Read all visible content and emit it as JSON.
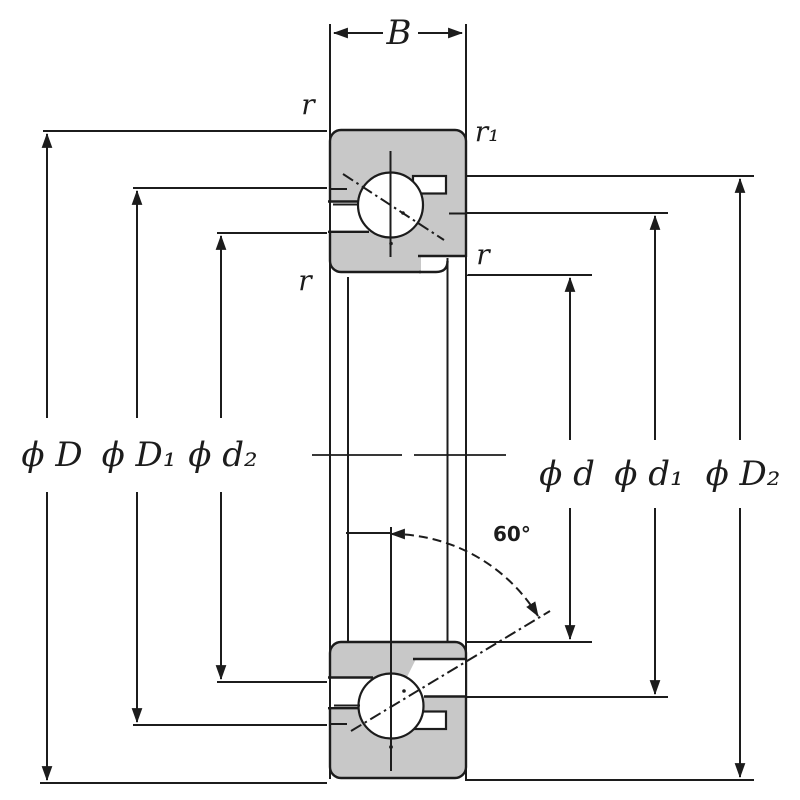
{
  "diagram": {
    "type": "bearing-cross-section",
    "description": "Angular contact ball bearing dimension drawing",
    "labels": {
      "width": "B",
      "outer_diameter": "ϕ D",
      "outer_diameter_1": "ϕ D₁",
      "diameter_d2": "ϕ d₂",
      "bore_diameter": "ϕ d",
      "diameter_d1": "ϕ d₁",
      "diameter_D2": "ϕ D₂",
      "chamfer_top_left": "r",
      "chamfer_top_right": "r₁",
      "chamfer_mid_left": "r",
      "chamfer_mid_right": "r",
      "contact_angle": "60°"
    },
    "colors": {
      "line": "#1c1c1c",
      "ring_fill": "#c8c8c8",
      "background": "#ffffff"
    }
  }
}
